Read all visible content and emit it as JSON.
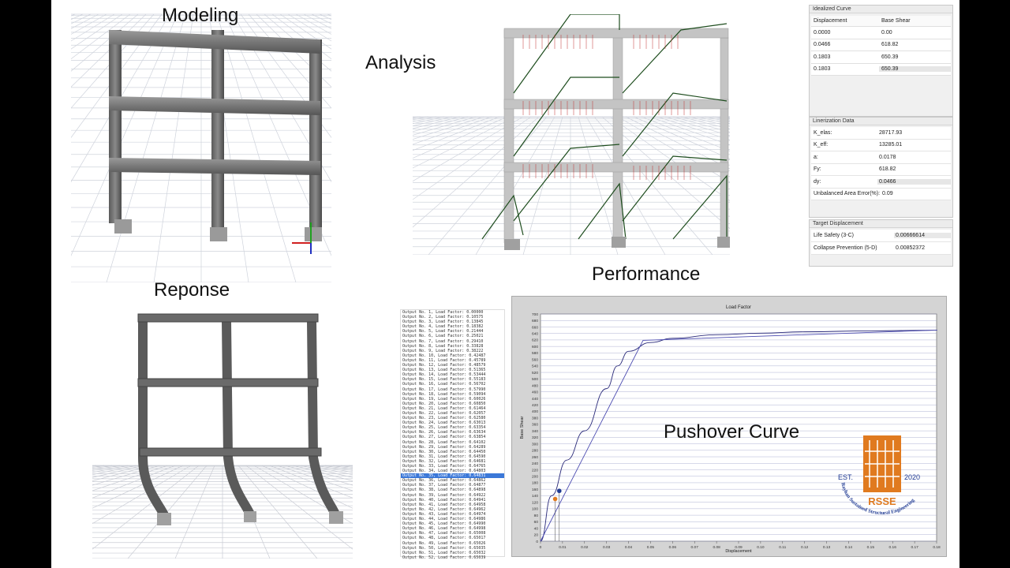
{
  "labels": {
    "modeling": "Modeling",
    "analysis": "Analysis",
    "response": "Reponse",
    "performance": "Performance",
    "pushover": "Pushover Curve"
  },
  "idealized": {
    "title": "Idealized Curve",
    "col1": "Displacement",
    "col2": "Base Shear",
    "rows": [
      {
        "d": "0.0000",
        "v": "0.00"
      },
      {
        "d": "0.0466",
        "v": "618.82"
      },
      {
        "d": "0.1803",
        "v": "650.39"
      },
      {
        "d": "0.1803",
        "v": "650.39"
      }
    ]
  },
  "linearization": {
    "title": "Linerization Data",
    "items": [
      {
        "k": "K_elas:",
        "v": "28717.93"
      },
      {
        "k": "K_eff:",
        "v": "13285.01"
      },
      {
        "k": "a:",
        "v": "0.0178"
      },
      {
        "k": "Fy:",
        "v": "618.82"
      },
      {
        "k": "dy:",
        "v": "0.0466"
      },
      {
        "k": "Unbalanced Area Error(%):",
        "v": "0.09"
      }
    ]
  },
  "target": {
    "title": "Target Displacement",
    "items": [
      {
        "k": "Life Safety (3-C)",
        "v": "0.00666614"
      },
      {
        "k": "Collapse Prevention (5-D)",
        "v": "0.00852372"
      }
    ]
  },
  "output_list": {
    "prefix": "Output No.",
    "mid": "Load Factor:",
    "selected_index": 34,
    "values": [
      "0.00000",
      "0.10575",
      "0.13845",
      "0.18382",
      "0.21444",
      "0.25021",
      "0.29410",
      "0.33828",
      "0.38222",
      "0.42487",
      "0.45789",
      "0.48579",
      "0.51365",
      "0.53444",
      "0.55183",
      "0.56702",
      "0.57990",
      "0.59094",
      "0.60026",
      "0.60850",
      "0.61464",
      "0.62057",
      "0.62580",
      "0.63013",
      "0.63354",
      "0.63634",
      "0.63854",
      "0.64102",
      "0.64289",
      "0.64450",
      "0.64590",
      "0.64681",
      "0.64765",
      "0.64803",
      "0.64831",
      "0.64862",
      "0.64877",
      "0.64898",
      "0.64922",
      "0.64941",
      "0.64958",
      "0.64962",
      "0.64974",
      "0.64986",
      "0.64990",
      "0.64998",
      "0.65008",
      "0.65017",
      "0.65026",
      "0.65035",
      "0.65032",
      "0.65039"
    ]
  },
  "chart_data": {
    "type": "line",
    "title": "Load Factor",
    "xlabel": "Displacement",
    "ylabel": "Base Shear",
    "xlim": [
      0,
      0.18
    ],
    "ylim": [
      0,
      700
    ],
    "xticks": [
      "0",
      "0.01",
      "0.02",
      "0.03",
      "0.04",
      "0.05",
      "0.06",
      "0.07",
      "0.08",
      "0.09",
      "0.10",
      "0.11",
      "0.12",
      "0.13",
      "0.14",
      "0.15",
      "0.16",
      "0.17",
      "0.18"
    ],
    "yticks": [
      "0",
      "20",
      "40",
      "60",
      "80",
      "100",
      "120",
      "140",
      "160",
      "180",
      "200",
      "220",
      "240",
      "260",
      "280",
      "300",
      "320",
      "340",
      "360",
      "380",
      "400",
      "420",
      "440",
      "460",
      "480",
      "500",
      "520",
      "540",
      "560",
      "580",
      "600",
      "620",
      "640",
      "660",
      "680",
      "700"
    ],
    "series": [
      {
        "values": [
          [
            0,
            0
          ],
          [
            0.005,
            140
          ],
          [
            0.012,
            250
          ],
          [
            0.02,
            340
          ],
          [
            0.03,
            470
          ],
          [
            0.035,
            540
          ],
          [
            0.04,
            585
          ],
          [
            0.05,
            612
          ],
          [
            0.06,
            625
          ],
          [
            0.08,
            636
          ],
          [
            0.1,
            641
          ],
          [
            0.12,
            645
          ],
          [
            0.15,
            648
          ],
          [
            0.18,
            650
          ]
        ]
      },
      {
        "values": [
          [
            0,
            0
          ],
          [
            0.0466,
            618.82
          ],
          [
            0.1803,
            650.39
          ]
        ]
      }
    ],
    "markers": [
      {
        "x": 0.00666614,
        "y": 130,
        "color": "#e07a1f"
      },
      {
        "x": 0.00852372,
        "y": 155,
        "color": "#1f3a93"
      }
    ],
    "colors": {
      "curve": "#2a2a7a",
      "bilinear": "#4a4ab0",
      "grid": "#9aa0c8",
      "plot_bg": "#ffffff"
    }
  },
  "logo": {
    "est": "EST.",
    "year": "2020",
    "abbr": "RSSE",
    "ring_text": "Rayhan Sustained Structural Engineering",
    "color": "#e07a1f"
  }
}
